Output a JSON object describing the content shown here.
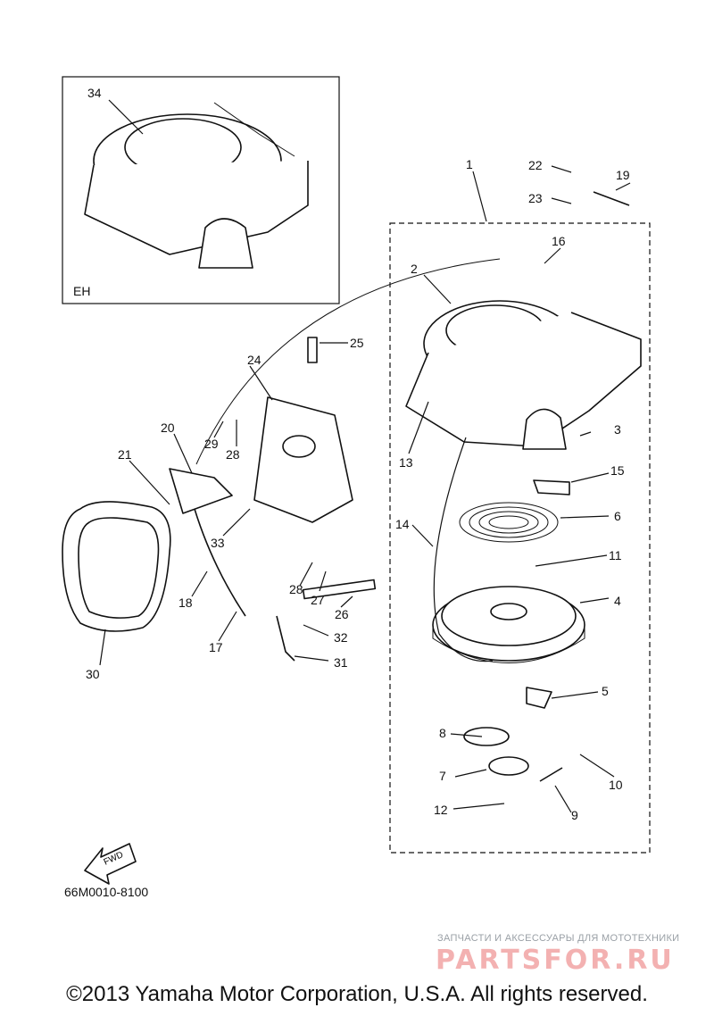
{
  "diagram": {
    "part_numbers": [
      "1",
      "2",
      "3",
      "4",
      "5",
      "6",
      "7",
      "8",
      "9",
      "10",
      "11",
      "12",
      "13",
      "14",
      "15",
      "16",
      "17",
      "18",
      "19",
      "20",
      "21",
      "22",
      "23",
      "24",
      "25",
      "26",
      "27",
      "28",
      "28",
      "29",
      "30",
      "31",
      "32",
      "33",
      "34"
    ],
    "inset_label": "EH",
    "fwd_label": "FWD",
    "drawing_code": "66M0010-8100"
  },
  "watermark": {
    "tagline": "ЗАПЧАСТИ И АКСЕССУАРЫ ДЛЯ МОТОТЕХНИКИ",
    "logo": "PARTSFOR.RU"
  },
  "footer": {
    "copyright": "©2013 Yamaha Motor Corporation, U.S.A. All rights reserved."
  }
}
